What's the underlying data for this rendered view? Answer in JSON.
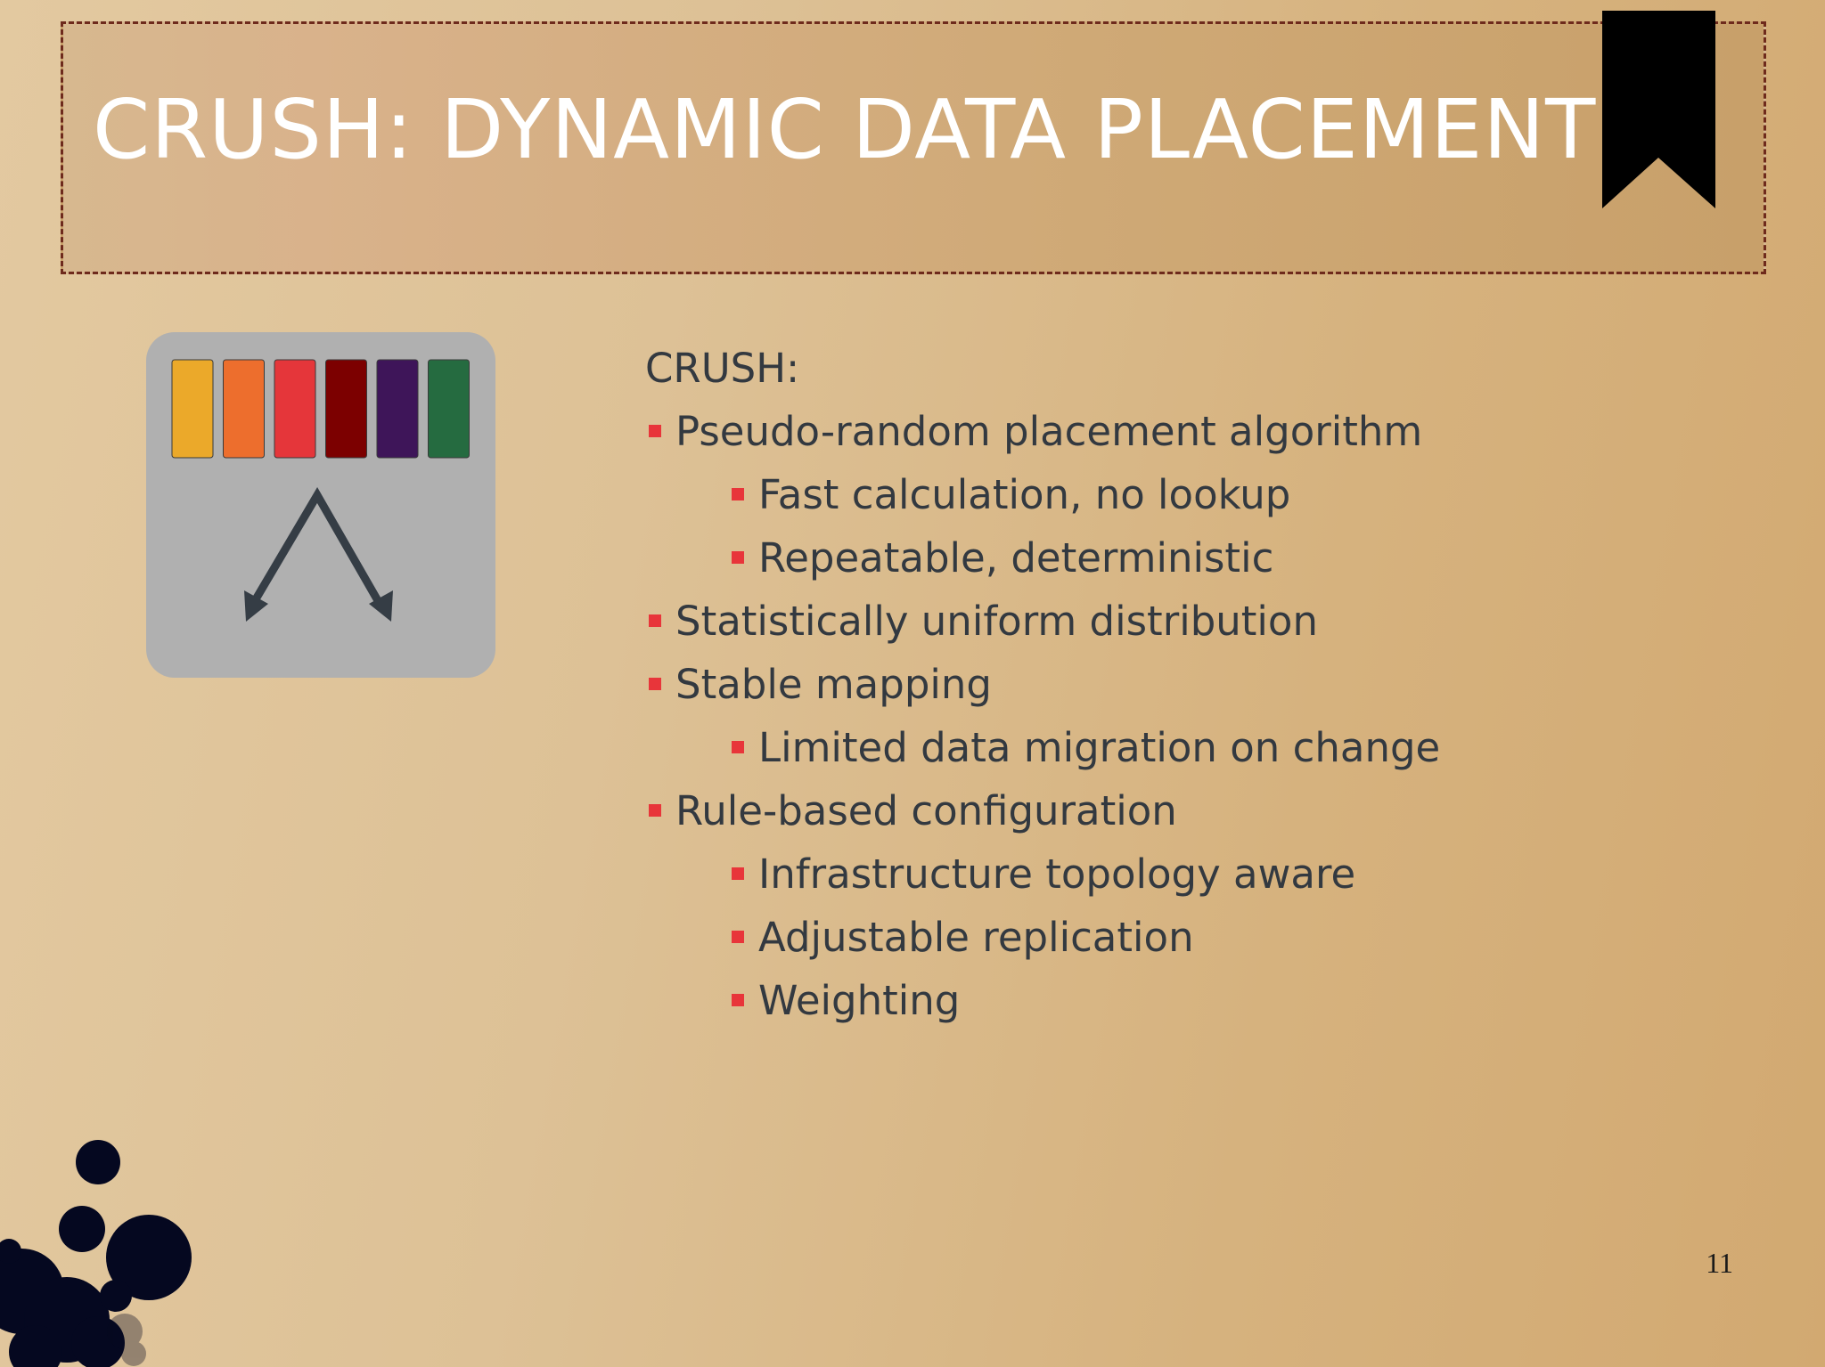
{
  "slide": {
    "title": "CRUSH: DYNAMIC DATA PLACEMENT",
    "page_number": "11"
  },
  "content": {
    "heading": "CRUSH:",
    "bullets": [
      {
        "text": "Pseudo-random placement algorithm",
        "level": 1
      },
      {
        "text": "Fast calculation, no lookup",
        "level": 2
      },
      {
        "text": "Repeatable, deterministic",
        "level": 2
      },
      {
        "text": "Statistically uniform distribution",
        "level": 1
      },
      {
        "text": "Stable mapping",
        "level": 1
      },
      {
        "text": "Limited data migration on change",
        "level": 2
      },
      {
        "text": "Rule-based configuration",
        "level": 1
      },
      {
        "text": "Infrastructure topology aware",
        "level": 2
      },
      {
        "text": "Adjustable replication",
        "level": 2
      },
      {
        "text": "Weighting",
        "level": 2
      }
    ]
  },
  "figure": {
    "icon": "crush-placement-icon",
    "block_colors": [
      "#eba92a",
      "#ed6e2d",
      "#e5363a",
      "#7c0000",
      "#3e1559",
      "#256b40"
    ],
    "arrow_color": "#353d45",
    "background_color": "#b0b0b0"
  },
  "theme": {
    "bullet_color": "#e8353a",
    "text_color": "#333940",
    "frame_border_color": "#6e2a1c",
    "bookmark_color": "#000000",
    "ink_color": "#050820"
  }
}
